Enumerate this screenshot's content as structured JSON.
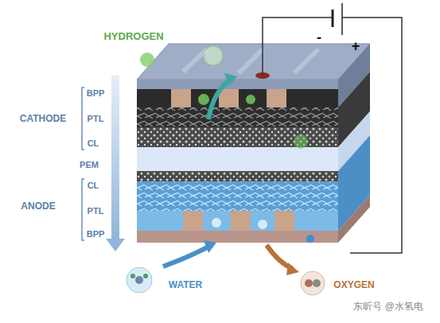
{
  "diagram": {
    "labels": [
      "HYDROGEN",
      "-",
      "+",
      "BPP",
      "CATHODE",
      "PTL",
      "CL",
      "PEM",
      "CL",
      "ANODE",
      "PTL",
      "BPP",
      "WATER",
      "OXYGEN",
      "东昕号 @水氢电"
    ]
  }
}
